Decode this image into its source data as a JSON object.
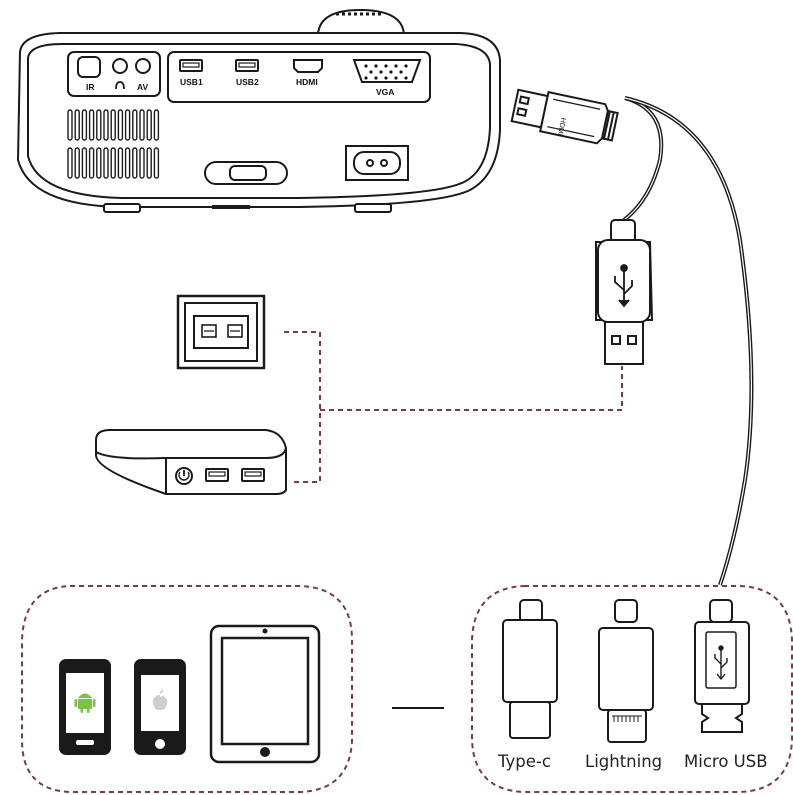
{
  "projector": {
    "ports": {
      "ir": "IR",
      "av": "AV",
      "usb1": "USB1",
      "usb2": "USB2",
      "hdmi": "HDMI",
      "vga": "VGA"
    }
  },
  "cable": {
    "hdmi_plug_label": "HDMI"
  },
  "connectors": {
    "type_c": "Type-c",
    "lightning": "Lightning",
    "micro_usb": "Micro USB"
  },
  "colors": {
    "stroke": "#1a1a1a",
    "dashed_line": "#7a3a4a",
    "android_green": "#7cc242",
    "apple_grey": "#cfcfcf"
  },
  "icons": {
    "power": "power-icon",
    "usb": "usb-trident-icon",
    "android": "android-icon",
    "apple": "apple-icon"
  }
}
